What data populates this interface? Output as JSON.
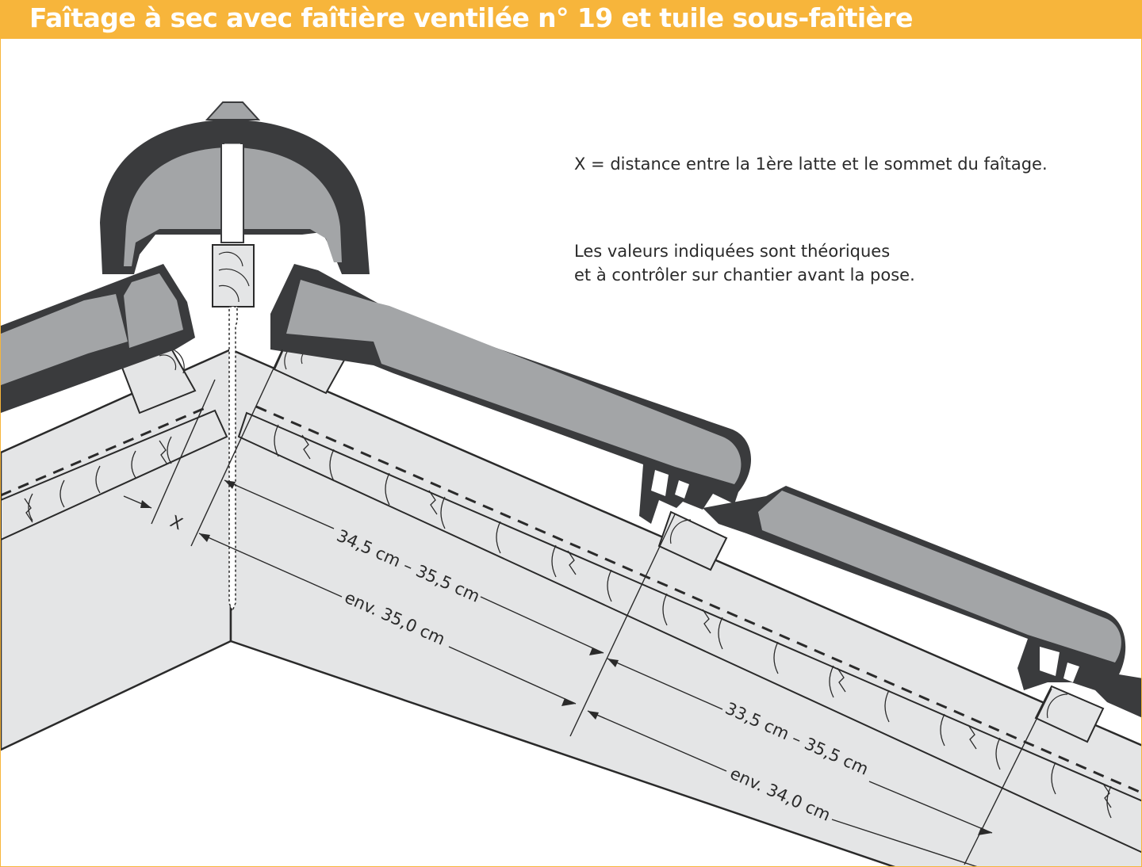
{
  "title": "Faîtage à sec avec faîtière ventilée n° 19 et tuile sous-faîtière",
  "notes": {
    "x_definition": "X = distance entre la 1ère latte et le sommet du faîtage.",
    "values_line1": "Les valeurs indiquées sont théoriques",
    "values_line2": "et à contrôler sur chantier avant la pose."
  },
  "dimensions": {
    "x": "X",
    "upper_range": "34,5 cm – 35,5 cm",
    "upper_approx": "env. 35,0 cm",
    "lower_range": "33,5 cm – 35,5 cm",
    "lower_approx": "env. 34,0 cm"
  },
  "colors": {
    "title_band": "#f7b53b",
    "title_text": "#ffffff",
    "rafter": "#e4e5e6",
    "tile_face": "#a3a5a7",
    "tile_edge": "#3a3b3d",
    "ridge_cap": "#3a3b3d",
    "timber": "#e4e5e6",
    "line": "#2a2a2a"
  }
}
